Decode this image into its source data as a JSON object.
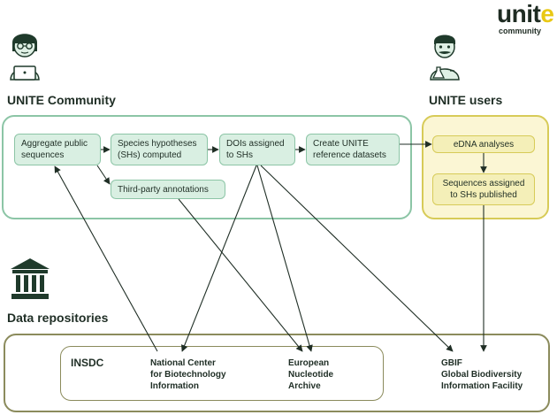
{
  "logo": {
    "word_main": "unit",
    "word_accent": "e",
    "sub": "community"
  },
  "colors": {
    "community_border": "#8cc5a6",
    "users_border": "#d7cb58",
    "users_fill": "#fbf6d4",
    "repo_border": "#8b8b5c",
    "node_fill": "#d9efe2",
    "user_node_fill": "#f4efb8",
    "accent_yellow": "#e9c815",
    "arrow": "#1f2e25"
  },
  "sections": {
    "community": "UNITE Community",
    "users": "UNITE users",
    "repositories": "Data repositories"
  },
  "nodes": {
    "aggregate": "Aggregate public sequences",
    "species": "Species hypotheses (SHs) computed",
    "dois": "DOIs assigned to SHs",
    "create": "Create UNITE reference datasets",
    "thirdparty": "Third-party annotations",
    "edna": "eDNA analyses",
    "published": "Sequences assigned to SHs published"
  },
  "repositories": {
    "insdc": "INSDC",
    "ncbi": [
      "National Center",
      "for Biotechnology",
      "Information"
    ],
    "ena": [
      "European",
      "Nucleotide",
      "Archive"
    ],
    "gbif": [
      "GBIF",
      "Global Biodiversity",
      "Information Facility"
    ]
  },
  "icons": [
    "person-laptop-icon",
    "person-flask-icon",
    "bank-icon"
  ]
}
